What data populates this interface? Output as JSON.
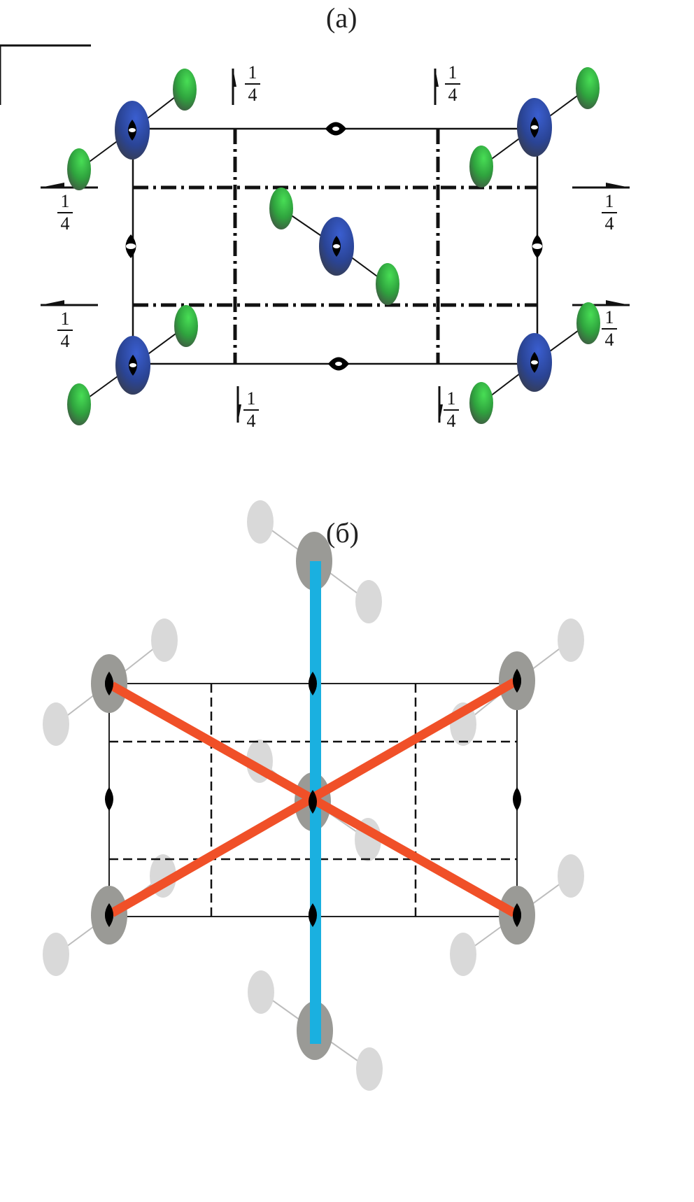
{
  "panel_a": {
    "label": "(a)",
    "fraction": {
      "numerator": "1",
      "denominator": "4"
    },
    "colors": {
      "metal": "#2f4fb0",
      "ligand": "#3cc84a",
      "shade": "#4a4a4a",
      "line": "#111111"
    }
  },
  "panel_b": {
    "label": "(б)",
    "colors": {
      "cross_lines": "#f05028",
      "vertical_line": "#1ab0e0",
      "faded_atom": "#d9d9d9",
      "metal_halo": "#9a9a96",
      "symmetry_marker": "#000000"
    }
  }
}
